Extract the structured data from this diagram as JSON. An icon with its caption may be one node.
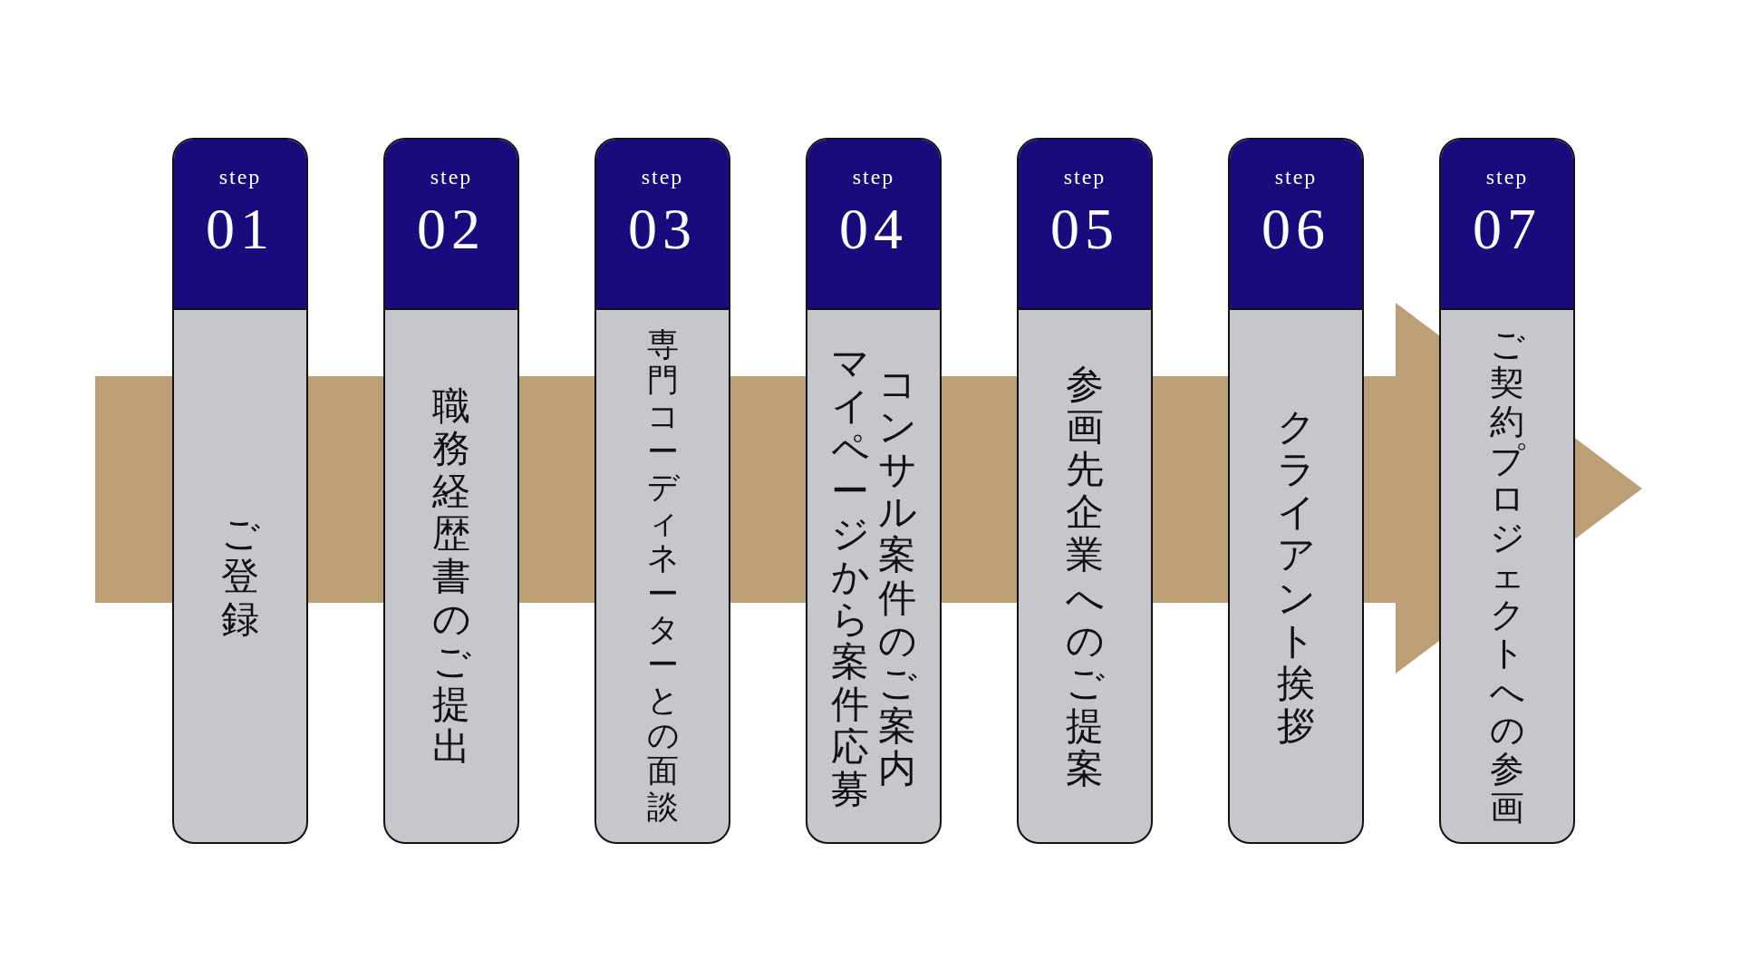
{
  "diagram": {
    "nodes": [
      {
        "text": [
          "step",
          "01",
          "ご登録"
        ]
      },
      {
        "text": [
          "step",
          "02",
          "職務経歴書のご提出"
        ]
      },
      {
        "text": [
          "step",
          "03",
          "専門コーディネーターとの面談"
        ]
      },
      {
        "text": [
          "step",
          "04",
          "コンサル案件のご案内",
          "マイページから案件応募"
        ]
      },
      {
        "text": [
          "step",
          "05",
          "参画先企業へのご提案"
        ]
      },
      {
        "text": [
          "step",
          "06",
          "クライアント挨拶"
        ]
      },
      {
        "text": [
          "step",
          "07",
          "ご契約プロジェクトへの参画"
        ]
      }
    ],
    "edges": []
  }
}
